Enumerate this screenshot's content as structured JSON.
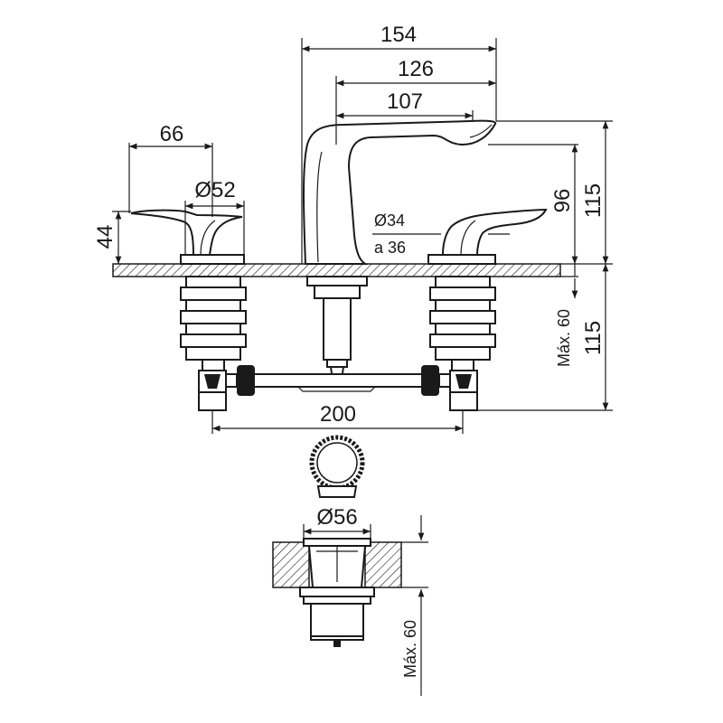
{
  "dimensions": {
    "spout_reach_total": "154",
    "spout_reach_mid": "126",
    "spout_reach_inner": "107",
    "handle_reach": "66",
    "handle_base_diameter": "Ø52",
    "handle_height": "44",
    "hole_diameter_line1": "Ø34",
    "hole_diameter_line2": "a 36",
    "spout_outlet_height": "96",
    "spout_total_height": "115",
    "under_deck_depth": "115",
    "max_thickness_upper": "Máx. 60",
    "center_distance": "200",
    "drain_diameter": "Ø56",
    "max_thickness_lower": "Máx. 60"
  },
  "colors": {
    "line": "#1a1a1a",
    "background": "#ffffff"
  }
}
